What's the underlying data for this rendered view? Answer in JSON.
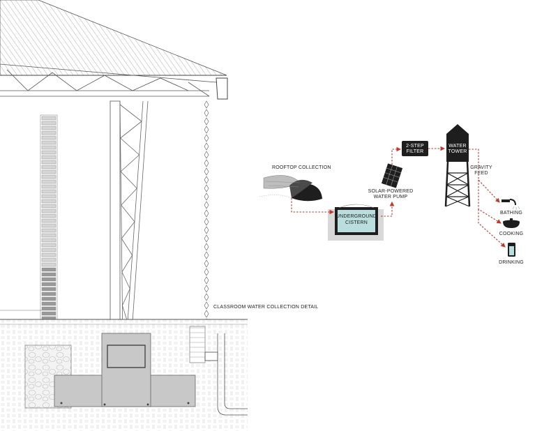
{
  "detail_caption": "CLASSROOM WATER COLLECTION DETAIL",
  "flow": {
    "rooftop_collection": "ROOFTOP COLLECTION",
    "cistern": [
      "UNDERGROUND",
      "CISTERN"
    ],
    "pump": [
      "SOLAR-POWERED",
      "WATER PUMP"
    ],
    "filter": [
      "2-STEP",
      "FILTER"
    ],
    "tower": [
      "WATER",
      "TOWER"
    ],
    "gravity": [
      "GRAVITY",
      "FEED"
    ],
    "uses": [
      {
        "label": "BATHING",
        "icon": "shower-icon"
      },
      {
        "label": "COOKING",
        "icon": "pot-icon"
      },
      {
        "label": "DRINKING",
        "icon": "glass-icon"
      }
    ]
  },
  "colors": {
    "flow_arrow": "#c0392b",
    "water": "#b9dedd",
    "dark": "#1e1e1e",
    "foundation": "#c8c8c8"
  }
}
